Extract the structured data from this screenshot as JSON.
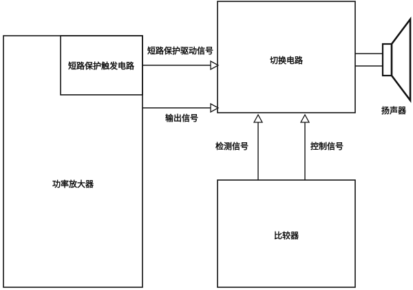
{
  "blocks": {
    "amplifier": "功率放大器",
    "short_circuit_trigger": "短路保护触发电路",
    "switch_circuit": "切换电路",
    "comparator": "比较器",
    "speaker": "扬声器"
  },
  "signals": {
    "short_circuit_drive": "短路保护驱动信号",
    "output": "输出信号",
    "detect": "检测信号",
    "control": "控制信号"
  }
}
